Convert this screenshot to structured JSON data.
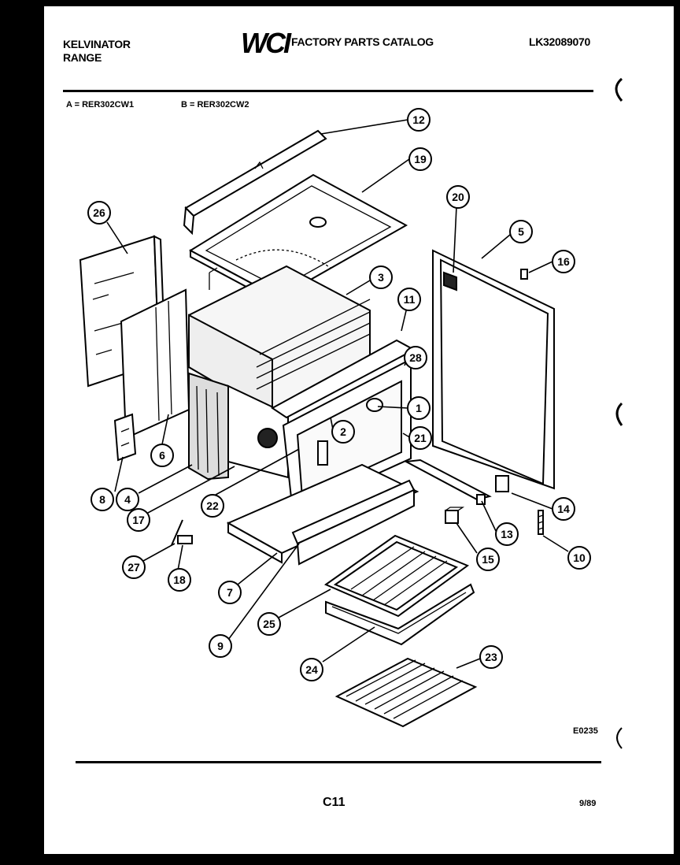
{
  "header": {
    "brand": "KELVINATOR",
    "product": "RANGE",
    "logo_text": "WCI",
    "catalog_title": "FACTORY PARTS CATALOG",
    "catalog_number": "LK32089070"
  },
  "models": {
    "a": "A = RER302CW1",
    "b": "B = RER302CW2"
  },
  "diagram_code": "E0235",
  "footer": {
    "page": "C11",
    "date": "9/89"
  },
  "callouts": [
    {
      "id": "c12",
      "label": "12"
    },
    {
      "id": "c19",
      "label": "19"
    },
    {
      "id": "c26",
      "label": "26"
    },
    {
      "id": "c20",
      "label": "20"
    },
    {
      "id": "c5",
      "label": "5"
    },
    {
      "id": "c16",
      "label": "16"
    },
    {
      "id": "c3",
      "label": "3"
    },
    {
      "id": "c11",
      "label": "11"
    },
    {
      "id": "c28",
      "label": "28"
    },
    {
      "id": "c1",
      "label": "1"
    },
    {
      "id": "c2",
      "label": "2"
    },
    {
      "id": "c21",
      "label": "21"
    },
    {
      "id": "c6",
      "label": "6"
    },
    {
      "id": "c8",
      "label": "8"
    },
    {
      "id": "c4",
      "label": "4"
    },
    {
      "id": "c17",
      "label": "17"
    },
    {
      "id": "c22",
      "label": "22"
    },
    {
      "id": "c14",
      "label": "14"
    },
    {
      "id": "c13",
      "label": "13"
    },
    {
      "id": "c10",
      "label": "10"
    },
    {
      "id": "c15",
      "label": "15"
    },
    {
      "id": "c27",
      "label": "27"
    },
    {
      "id": "c18",
      "label": "18"
    },
    {
      "id": "c7",
      "label": "7"
    },
    {
      "id": "c25",
      "label": "25"
    },
    {
      "id": "c9",
      "label": "9"
    },
    {
      "id": "c24",
      "label": "24"
    },
    {
      "id": "c23",
      "label": "23"
    }
  ]
}
